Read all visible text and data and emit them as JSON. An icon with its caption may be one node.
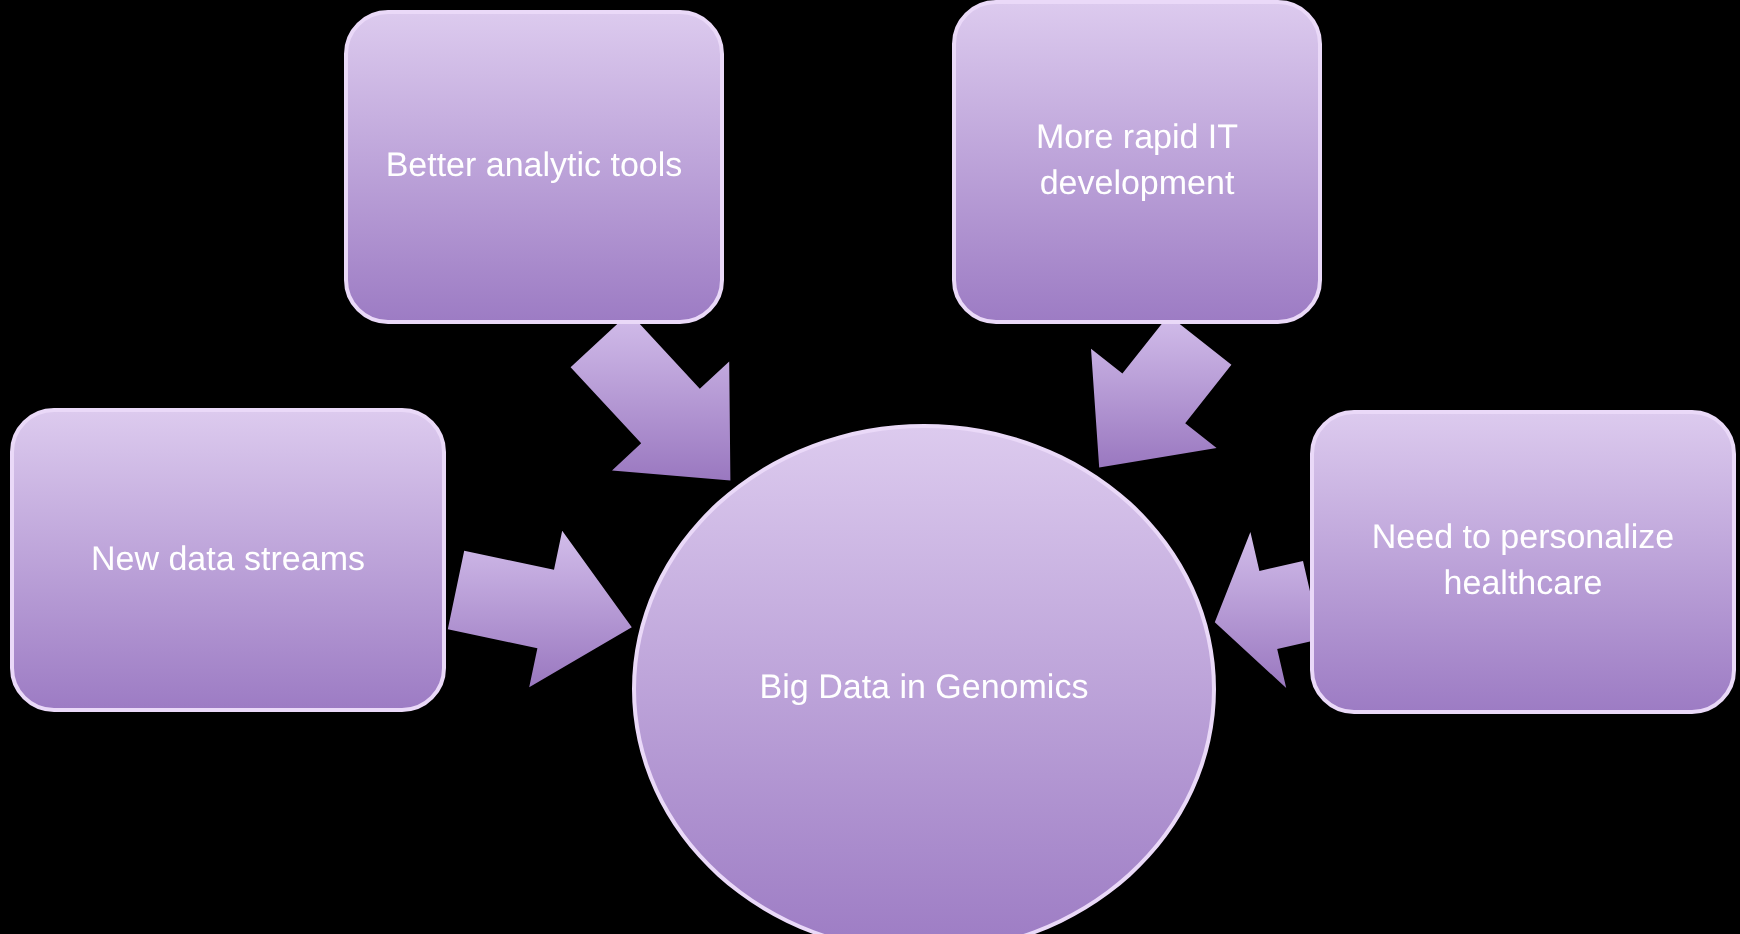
{
  "diagram": {
    "nodes": [
      {
        "text": [
          "Better analytic tools"
        ]
      },
      {
        "text": [
          "More rapid IT development"
        ]
      },
      {
        "text": [
          "New data streams"
        ]
      },
      {
        "text": [
          "Need to personalize healthcare"
        ]
      },
      {
        "text": [
          "Big Data in Genomics"
        ]
      }
    ],
    "edges": [
      {
        "from": 0,
        "to": 4,
        "arrow": "to",
        "style": "thick"
      },
      {
        "from": 1,
        "to": 4,
        "arrow": "to",
        "style": "thick"
      },
      {
        "from": 2,
        "to": 4,
        "arrow": "to",
        "style": "thick"
      },
      {
        "from": 3,
        "to": 4,
        "arrow": "to",
        "style": "thick"
      }
    ]
  }
}
